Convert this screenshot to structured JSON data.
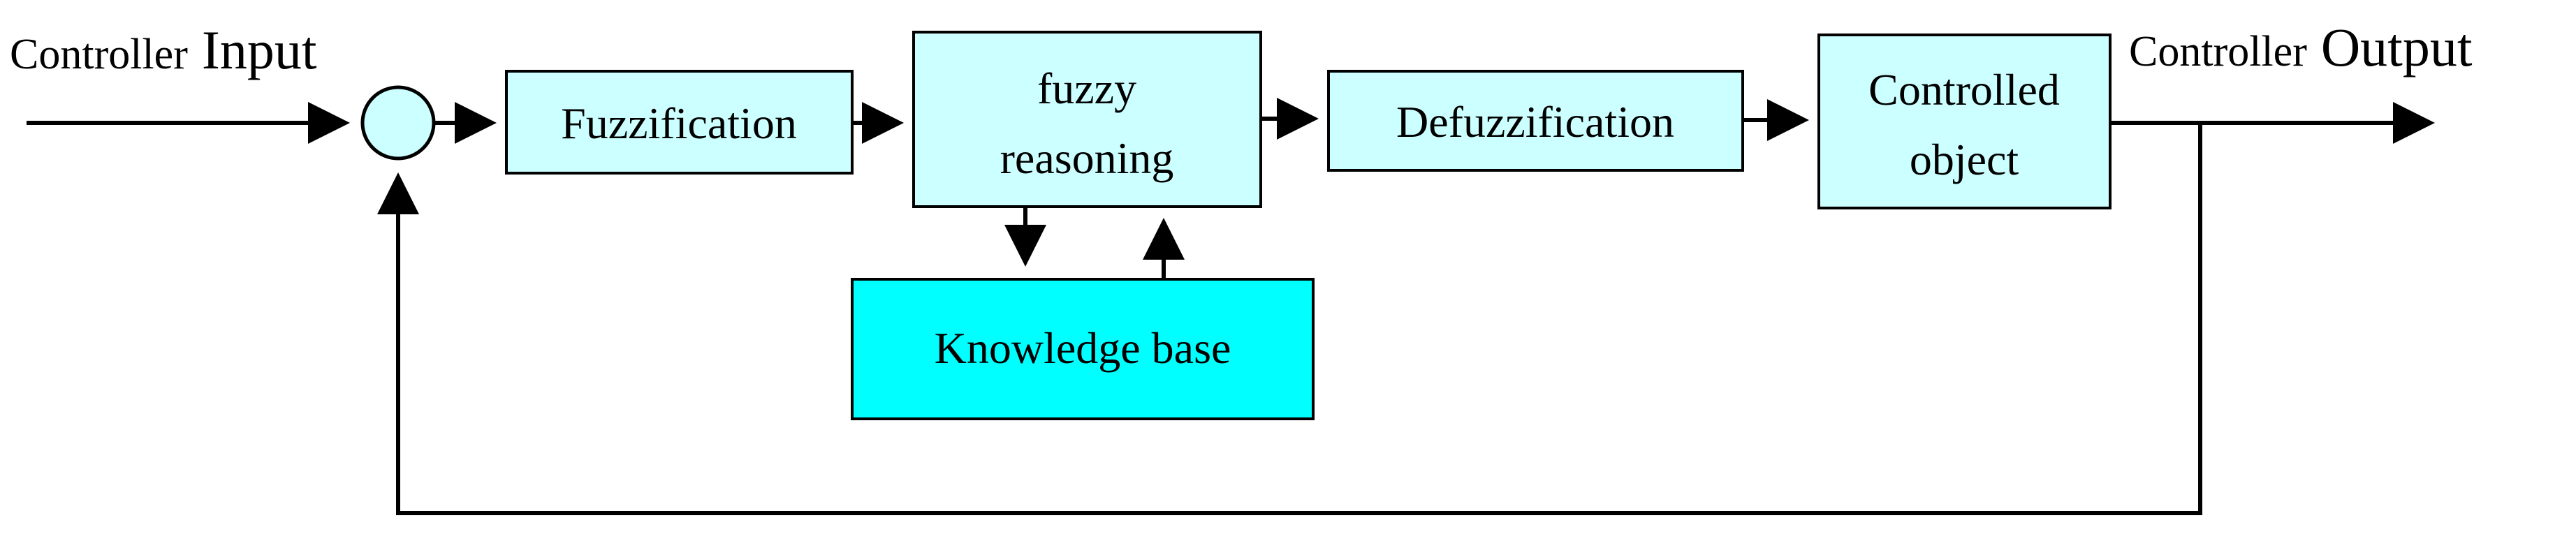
{
  "input_label": {
    "prefix": "Controller",
    "main": "Input"
  },
  "output_label": {
    "prefix": "Controller",
    "main": "Output"
  },
  "blocks": {
    "fuzzification": {
      "lines": [
        "Fuzzification"
      ]
    },
    "fuzzy_reasoning": {
      "lines": [
        "fuzzy",
        "reasoning"
      ]
    },
    "defuzzification": {
      "lines": [
        "Defuzzification"
      ]
    },
    "controlled_object": {
      "lines": [
        "Controlled",
        "object"
      ]
    },
    "knowledge_base": {
      "lines": [
        "Knowledge base"
      ]
    }
  },
  "colors": {
    "block_fill": "#ccffff",
    "knowledge_base_fill": "#00ffff",
    "summing_junction_fill": "#ccffff",
    "stroke": "#000000"
  }
}
